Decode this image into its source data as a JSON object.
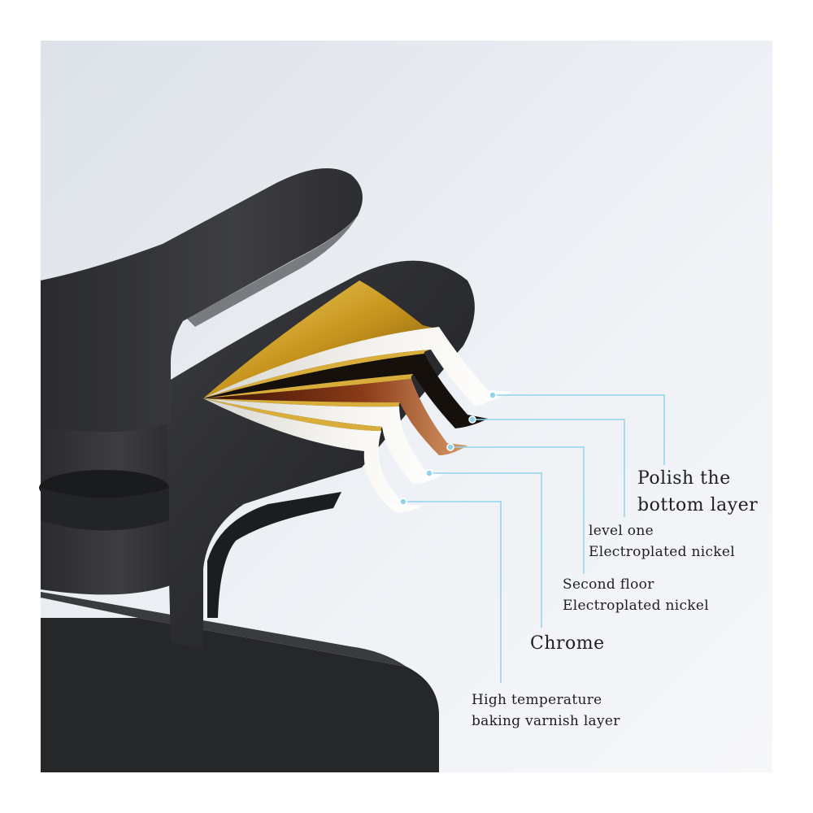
{
  "colors": {
    "background": "#e9ecf1",
    "faucet_body": "#2b2c2f",
    "callout_line": "#8fd3ec",
    "gold_layer": "#c8961e",
    "copper_layer": "#6a2a12",
    "white_layer": "#f1efea"
  },
  "callouts": {
    "polish": {
      "line1": "Polish the",
      "line2": "bottom layer"
    },
    "level_one": {
      "line1": "level one",
      "line2": "Electroplated nickel"
    },
    "second_floor": {
      "line1": "Second floor",
      "line2": "Electroplated nickel"
    },
    "chrome": {
      "line1": "Chrome"
    },
    "varnish": {
      "line1": "High temperature",
      "line2": "baking varnish layer"
    }
  }
}
